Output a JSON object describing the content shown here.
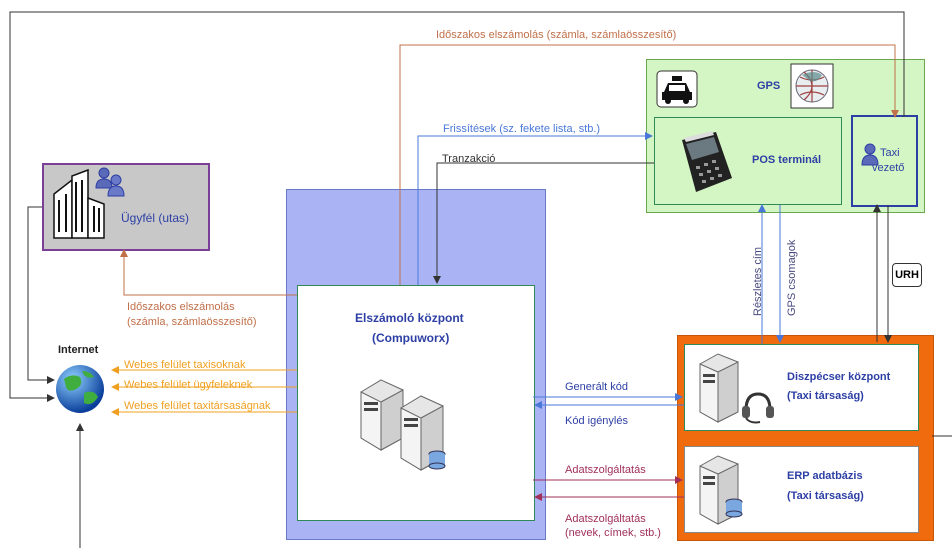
{
  "labels": {
    "periodic_top": "Időszakos elszámolás (számla, számlaösszesítő)",
    "updates": "Frissítések (sz. fekete lista, stb.)",
    "transaction": "Tranzakció",
    "periodic_client_1": "Időszakos elszámolás",
    "periodic_client_2": "(számla, számlaösszesítő)",
    "web_taxi": "Webes felület taxisoknak",
    "web_clients": "Webes felület ügyfeleknek",
    "web_companies": "Webes felület taxitársaságnak",
    "generated_code": "Generált kód",
    "code_request": "Kód igénylés",
    "data_service": "Adatszolgáltatás",
    "data_service_2a": "Adatszolgáltatás",
    "data_service_2b": "(nevek, címek, stb.)",
    "detailed_address": "Részletes cím",
    "gps_packets": "GPS csomagok",
    "urh": "URH"
  },
  "nodes": {
    "client": "Ügyfél (utas)",
    "internet": "Internet",
    "gps": "GPS",
    "pos": "POS terminál",
    "driver_1": "Taxi",
    "driver_2": "vezető",
    "center_1": "Elszámoló központ",
    "center_2": "(Compuworx)",
    "dispatch_1": "Diszpécser központ",
    "dispatch_2": "(Taxi társaság)",
    "erp_1": "ERP adatbázis",
    "erp_2": "(Taxi társaság)"
  },
  "icons": [
    "taxi-icon",
    "globe-grid-icon",
    "pos-terminal-icon",
    "person-icon",
    "buildings-icon",
    "people-icon",
    "internet-globe-icon",
    "server-icon",
    "headset-icon",
    "database-icon"
  ]
}
